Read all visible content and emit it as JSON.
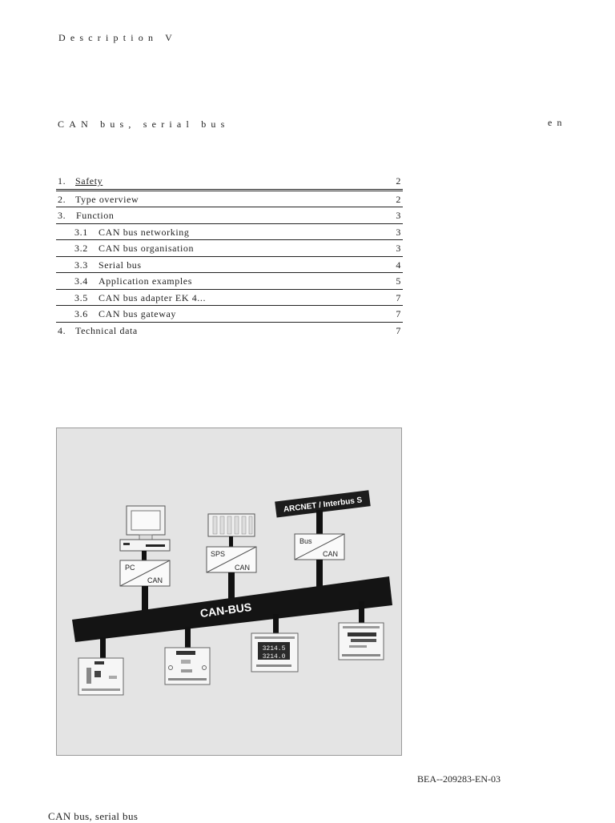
{
  "header": {
    "title": "Description V",
    "subtitle": "CAN bus, serial bus",
    "language": "en"
  },
  "toc": [
    {
      "num": "1.",
      "label": "Safety",
      "page": "2",
      "level": 1
    },
    {
      "num": "2.",
      "label": "Type overview",
      "page": "2",
      "level": 1
    },
    {
      "num": "3.",
      "label": "Function",
      "page": "3",
      "level": 1
    },
    {
      "num": "3.1",
      "label": "CAN bus networking",
      "page": "3",
      "level": 2
    },
    {
      "num": "3.2",
      "label": "CAN bus organisation",
      "page": "3",
      "level": 2
    },
    {
      "num": "3.3",
      "label": "Serial bus",
      "page": "4",
      "level": 2
    },
    {
      "num": "3.4",
      "label": "Application examples",
      "page": "5",
      "level": 2
    },
    {
      "num": "3.5",
      "label": "CAN bus adapter EK 4...",
      "page": "7",
      "level": 2
    },
    {
      "num": "3.6",
      "label": "CAN bus gateway",
      "page": "7",
      "level": 2
    },
    {
      "num": "4.",
      "label": "Technical data",
      "page": "7",
      "level": 1
    }
  ],
  "figure": {
    "bus_label": "CAN-BUS",
    "top_bus_label": "ARCNET / Interbus S",
    "converters": [
      {
        "top": "PC",
        "bottom": "CAN"
      },
      {
        "top": "SPS",
        "bottom": "CAN"
      },
      {
        "top": "Bus",
        "bottom": "CAN"
      }
    ],
    "display_values": [
      "3214.5",
      "3214.0"
    ]
  },
  "footer": {
    "doc_ref": "BEA--209283-EN-03",
    "running_title": "CAN bus, serial bus"
  }
}
